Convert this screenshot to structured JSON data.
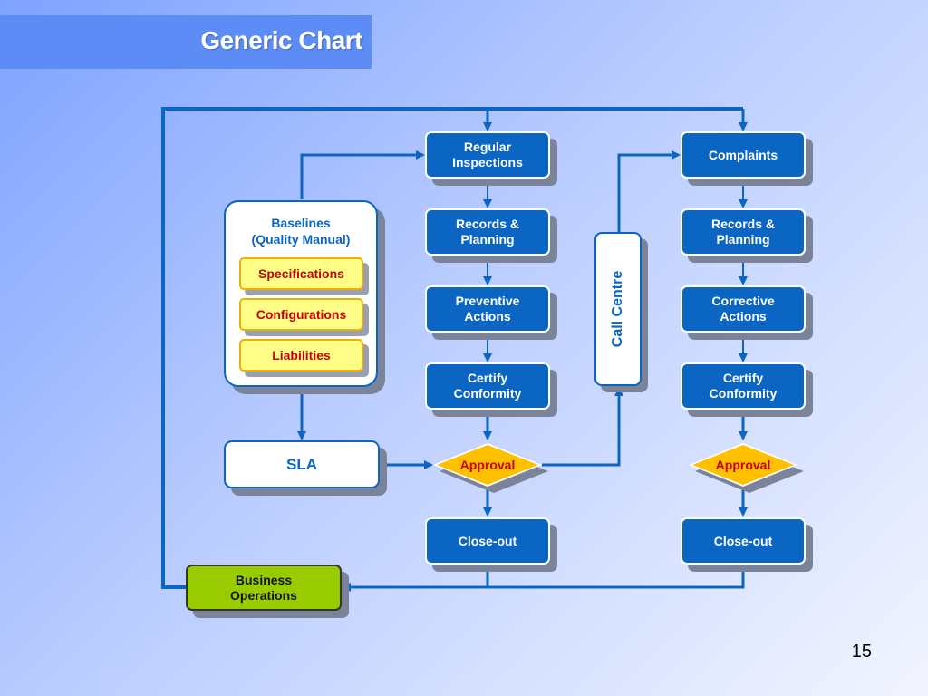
{
  "slide": {
    "title": "Generic Chart",
    "page_number": "15"
  },
  "baselines": {
    "title_line1": "Baselines",
    "title_line2": "(Quality Manual)",
    "items": [
      "Specifications",
      "Configurations",
      "Liabilities"
    ]
  },
  "sla": {
    "label": "SLA"
  },
  "business_operations": {
    "line1": "Business",
    "line2": "Operations"
  },
  "inspection_flow": {
    "start_line1": "Regular",
    "start_line2": "Inspections",
    "records_line1": "Records &",
    "records_line2": "Planning",
    "actions_line1": "Preventive",
    "actions_line2": "Actions",
    "certify_line1": "Certify",
    "certify_line2": "Conformity",
    "approval": "Approval",
    "closeout": "Close-out"
  },
  "call_centre": {
    "label": "Call Centre"
  },
  "complaints_flow": {
    "start": "Complaints",
    "records_line1": "Records &",
    "records_line2": "Planning",
    "actions_line1": "Corrective",
    "actions_line2": "Actions",
    "certify_line1": "Certify",
    "certify_line2": "Conformity",
    "approval": "Approval",
    "closeout": "Close-out"
  },
  "colors": {
    "primary_blue": "#0a66c2",
    "connector": "#0a66c2",
    "approval_fill": "#ffc000",
    "approval_text": "#cc0000",
    "baseline_item_fill": "#ffff88",
    "business_operations_fill": "#99cc00",
    "title_bar": "#5d8cf6"
  }
}
